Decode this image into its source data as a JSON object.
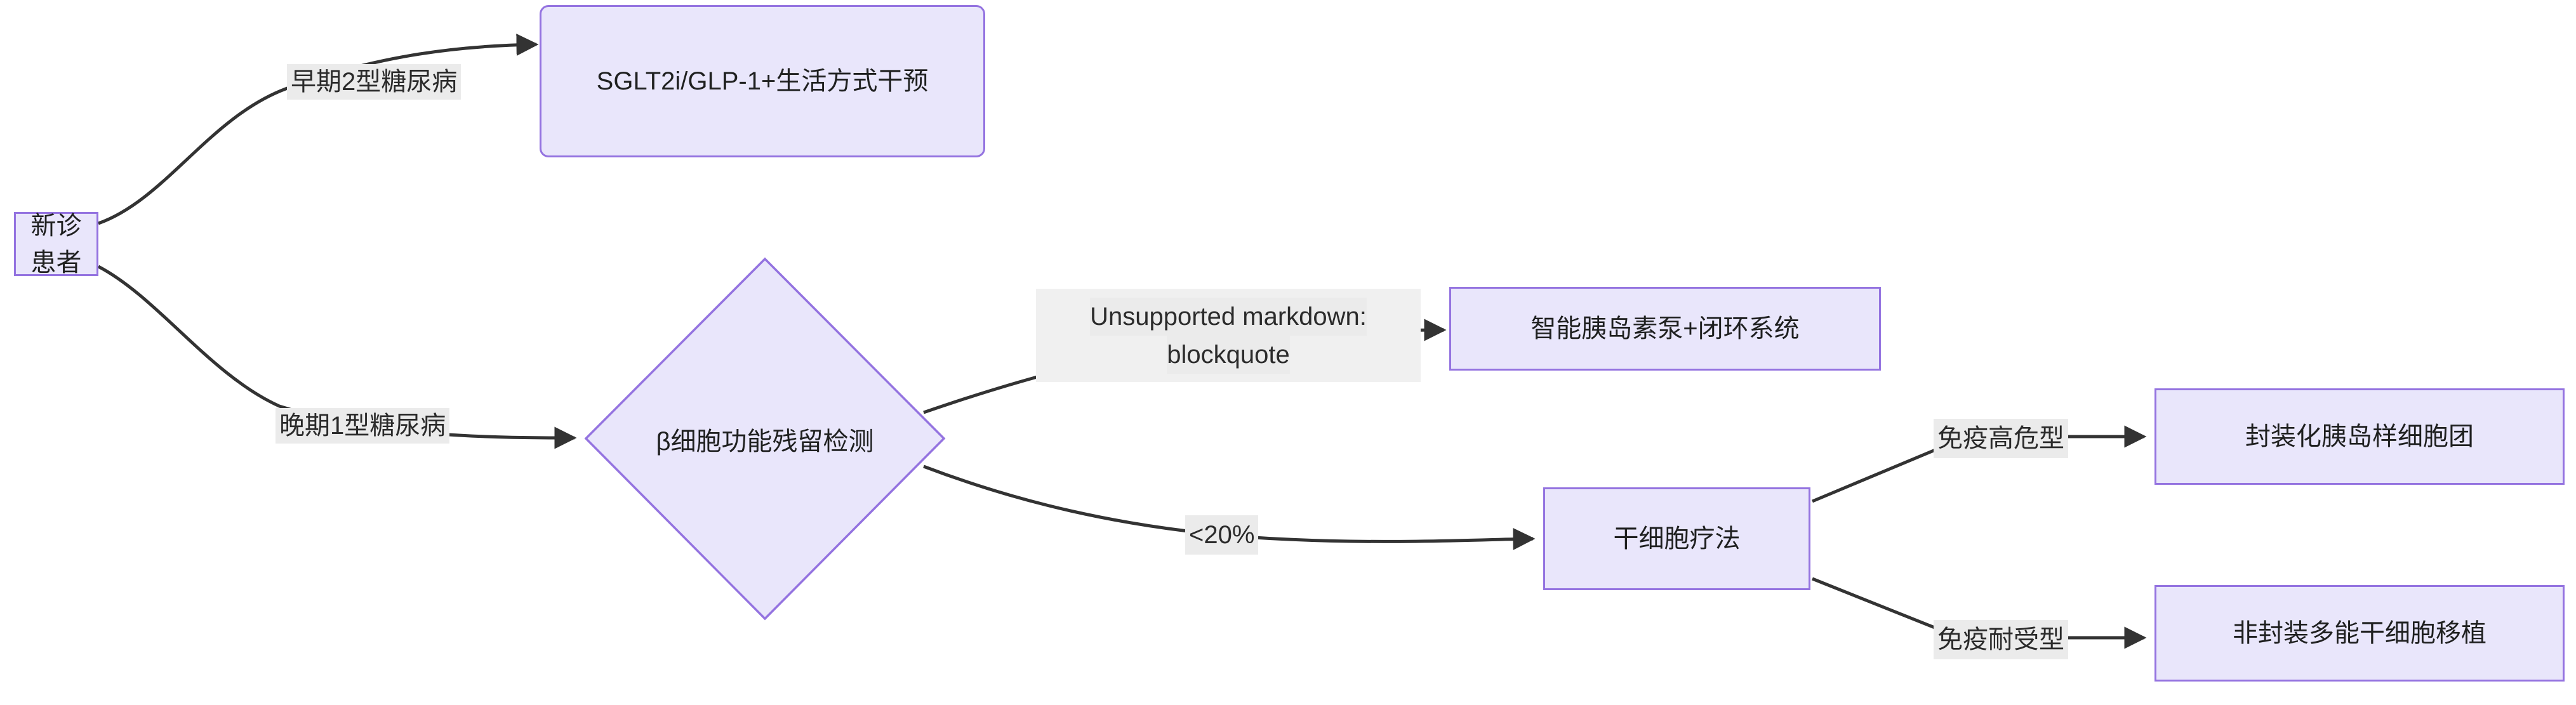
{
  "diagram": {
    "type": "flowchart",
    "direction": "left-to-right",
    "theme": {
      "node_fill": "#E9E6FB",
      "node_stroke": "#9473E0",
      "edge_stroke": "#333333",
      "edge_label_bg": "#EBEBEB",
      "text_color": "#1F2020",
      "background": "#FFFFFF"
    },
    "nodes": [
      {
        "id": "n1",
        "label": "新诊患者",
        "shape": "rect"
      },
      {
        "id": "n2",
        "label": "SGLT2i/GLP-1+生活方式干预",
        "shape": "rounded-rect"
      },
      {
        "id": "n3",
        "label": "β细胞功能残留检测",
        "shape": "diamond"
      },
      {
        "id": "n4",
        "label": "智能胰岛素泵+闭环系统",
        "shape": "rect"
      },
      {
        "id": "n5",
        "label": "干细胞疗法",
        "shape": "rect"
      },
      {
        "id": "n6",
        "label": "封装化胰岛样细胞团",
        "shape": "rect"
      },
      {
        "id": "n7",
        "label": "非封装多能干细胞移植",
        "shape": "rect"
      }
    ],
    "edges": [
      {
        "from": "n1",
        "to": "n2",
        "label": "早期2型糖尿病"
      },
      {
        "from": "n1",
        "to": "n3",
        "label": "晚期1型糖尿病"
      },
      {
        "from": "n3",
        "to": "n4",
        "label_line1": "Unsupported markdown:",
        "label_line2": "blockquote"
      },
      {
        "from": "n3",
        "to": "n5",
        "label": "<20%"
      },
      {
        "from": "n5",
        "to": "n6",
        "label": "免疫高危型"
      },
      {
        "from": "n5",
        "to": "n7",
        "label": "免疫耐受型"
      }
    ]
  }
}
